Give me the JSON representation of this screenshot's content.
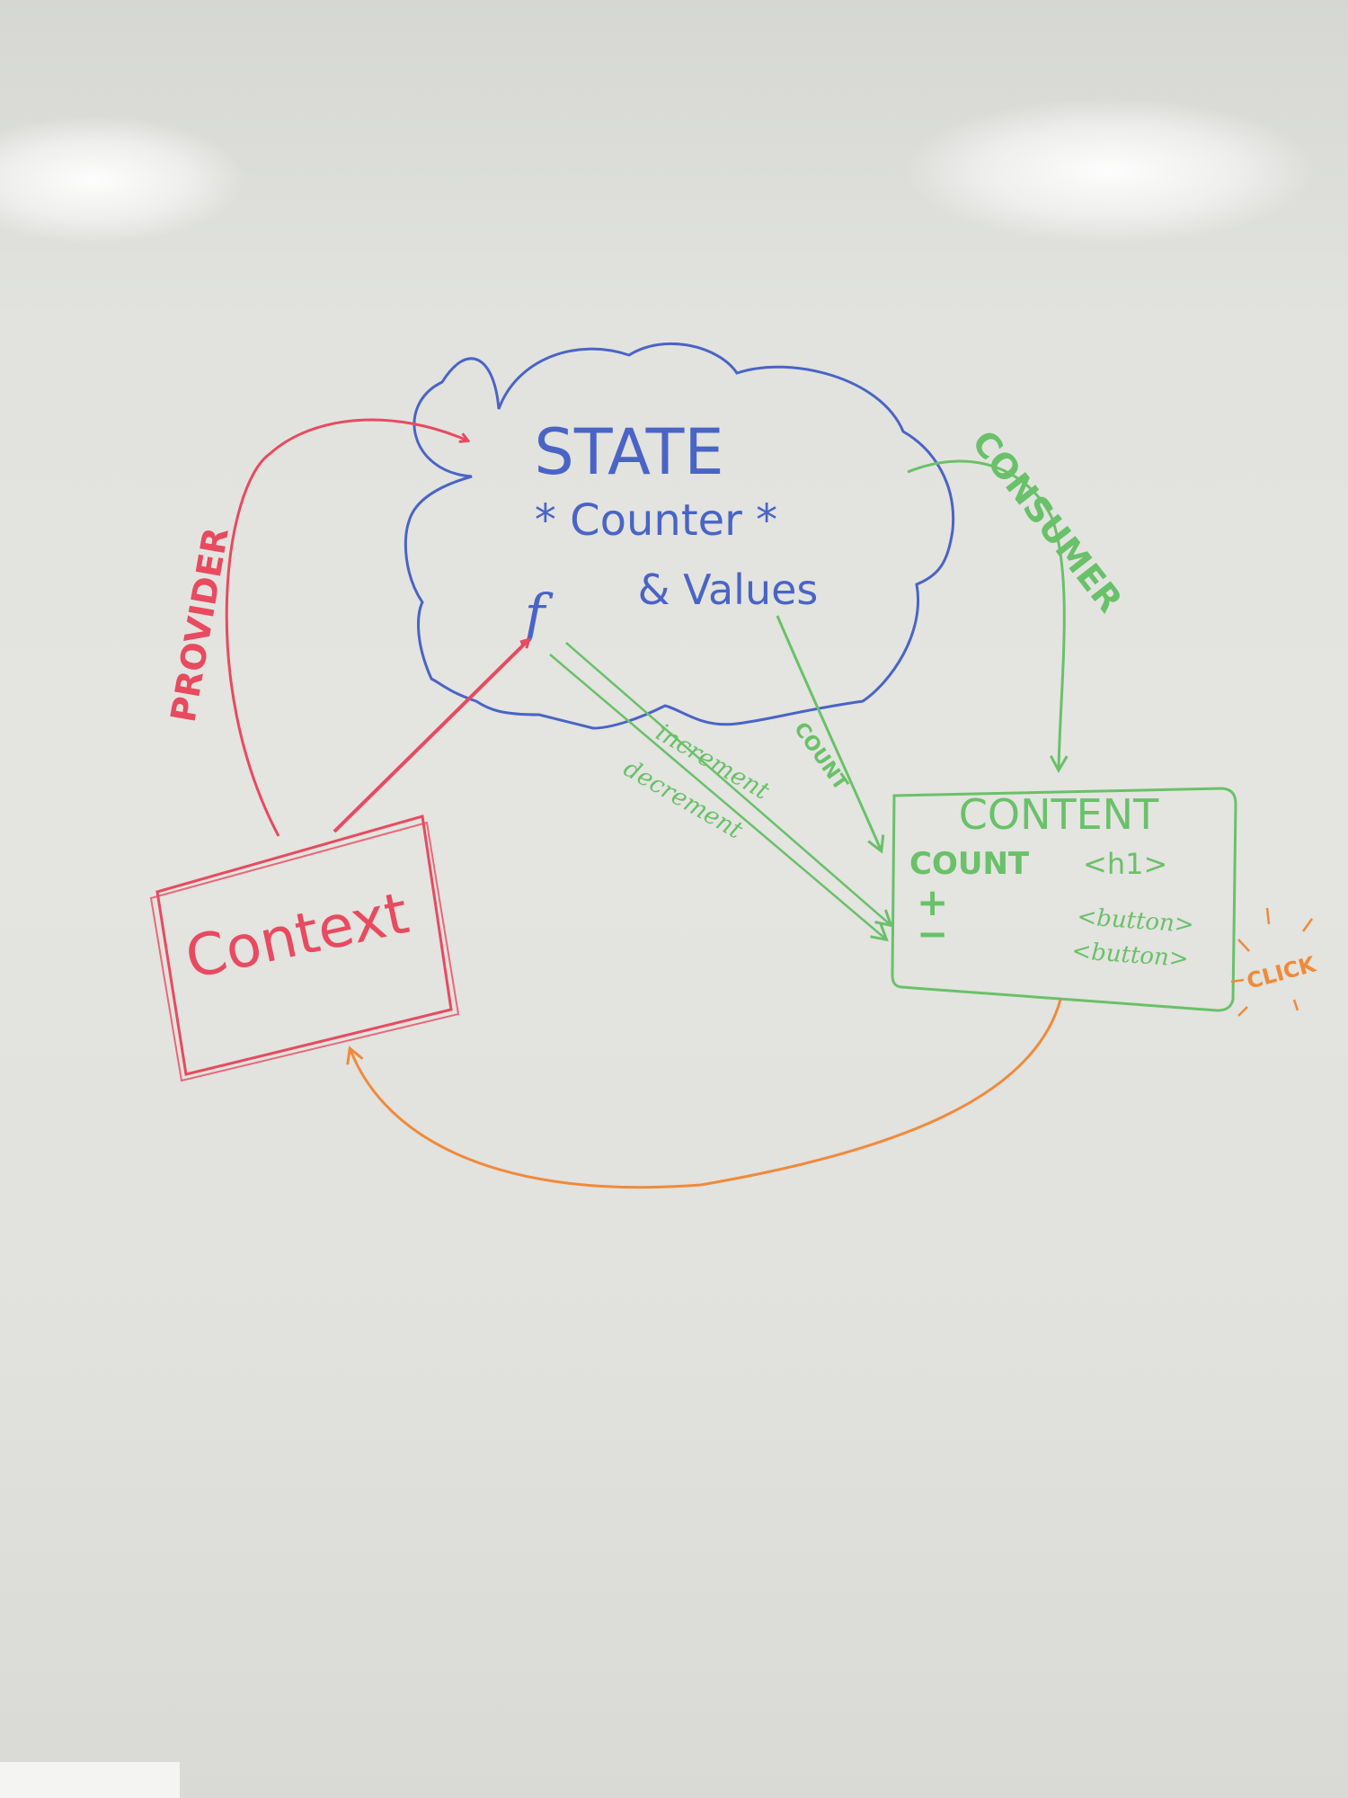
{
  "colors": {
    "blue": "#4a64c6",
    "red": "#e84a5f",
    "green": "#69c169",
    "orange": "#f08a3a"
  },
  "state_cloud": {
    "title": "STATE",
    "subtitle": "* Counter *",
    "function_symbol": "f",
    "values_label": "& Values"
  },
  "context_box": {
    "label": "Context"
  },
  "content_box": {
    "title": "CONTENT",
    "rows": [
      {
        "left": "COUNT",
        "right": "<h1>"
      },
      {
        "left": "+",
        "right": "<button>"
      },
      {
        "left": "−",
        "right": "<button>"
      }
    ]
  },
  "arrow_labels": {
    "provider": "PROVIDER",
    "consumer": "CONSUMER",
    "count": "COUNT",
    "increment": "increment",
    "decrement": "decrement"
  },
  "click_label": "CLICK"
}
